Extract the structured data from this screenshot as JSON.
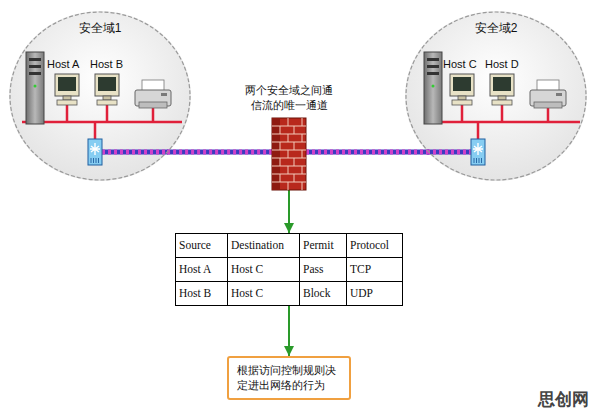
{
  "diagram": {
    "nodes": [
      {
        "text": [
          "安全域1"
        ]
      },
      {
        "text": [
          "安全域2"
        ]
      },
      {
        "text": [
          "两个安全域之间通信流的唯一通道"
        ]
      },
      {
        "text": [
          "Source",
          "Destination",
          "Permit",
          "Protocol",
          "Host A",
          "Host C",
          "Pass",
          "TCP",
          "Host B",
          "Host C",
          "Block",
          "UDP"
        ]
      },
      {
        "text": [
          "根据访问控制规则决定进出网络的行为"
        ]
      }
    ],
    "edges": [
      {
        "from": 0,
        "to": 2,
        "arrow": "none"
      },
      {
        "from": 2,
        "to": 1,
        "arrow": "none"
      },
      {
        "from": 2,
        "to": 3,
        "arrow": "to"
      },
      {
        "from": 3,
        "to": 4,
        "arrow": "to"
      }
    ],
    "labels": [
      "Host A",
      "Host B",
      "Host C",
      "Host D",
      "思创网"
    ]
  }
}
